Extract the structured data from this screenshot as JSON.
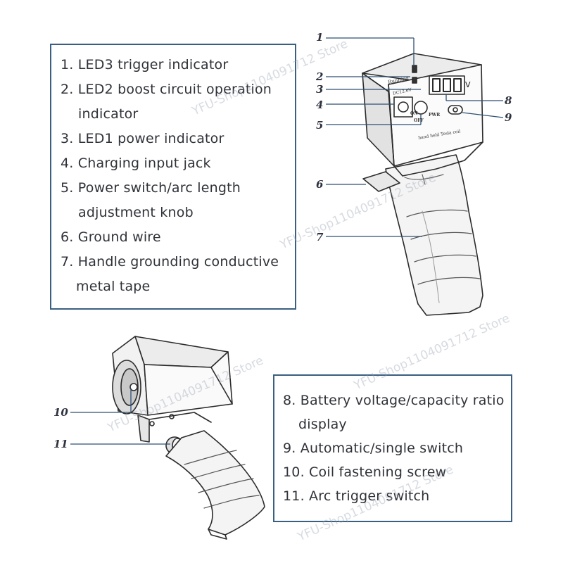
{
  "legend_top": {
    "items": [
      "1. LED3 trigger indicator",
      "2. LED2 boost circuit operation",
      "indicator",
      "3. LED1 power indicator",
      "4. Charging input jack",
      "5. Power switch/arc length",
      "adjustment knob",
      "6. Ground wire",
      "7. Handle grounding conductive",
      "metal tape"
    ]
  },
  "legend_bottom": {
    "items": [
      "8. Battery voltage/capacity ratio",
      "display",
      "9. Automatic/single switch",
      "10. Coil fastening screw",
      "11. Arc trigger switch"
    ]
  },
  "callouts": [
    "1",
    "2",
    "3",
    "4",
    "5",
    "6",
    "7",
    "8",
    "9",
    "10",
    "11"
  ],
  "device_labels": {
    "running": "Running",
    "charge_port": "DC12.6V",
    "on": "ON",
    "off": "OFF",
    "pwr": "PWR",
    "unit": "V",
    "front_text": "hand held Tesla coil"
  },
  "watermarks": [
    "YFU-Shop1104091712 Store"
  ],
  "colors": {
    "legend_border": "#3a5f80",
    "callout_line": "#2e4f73",
    "text": "#2f3238"
  }
}
